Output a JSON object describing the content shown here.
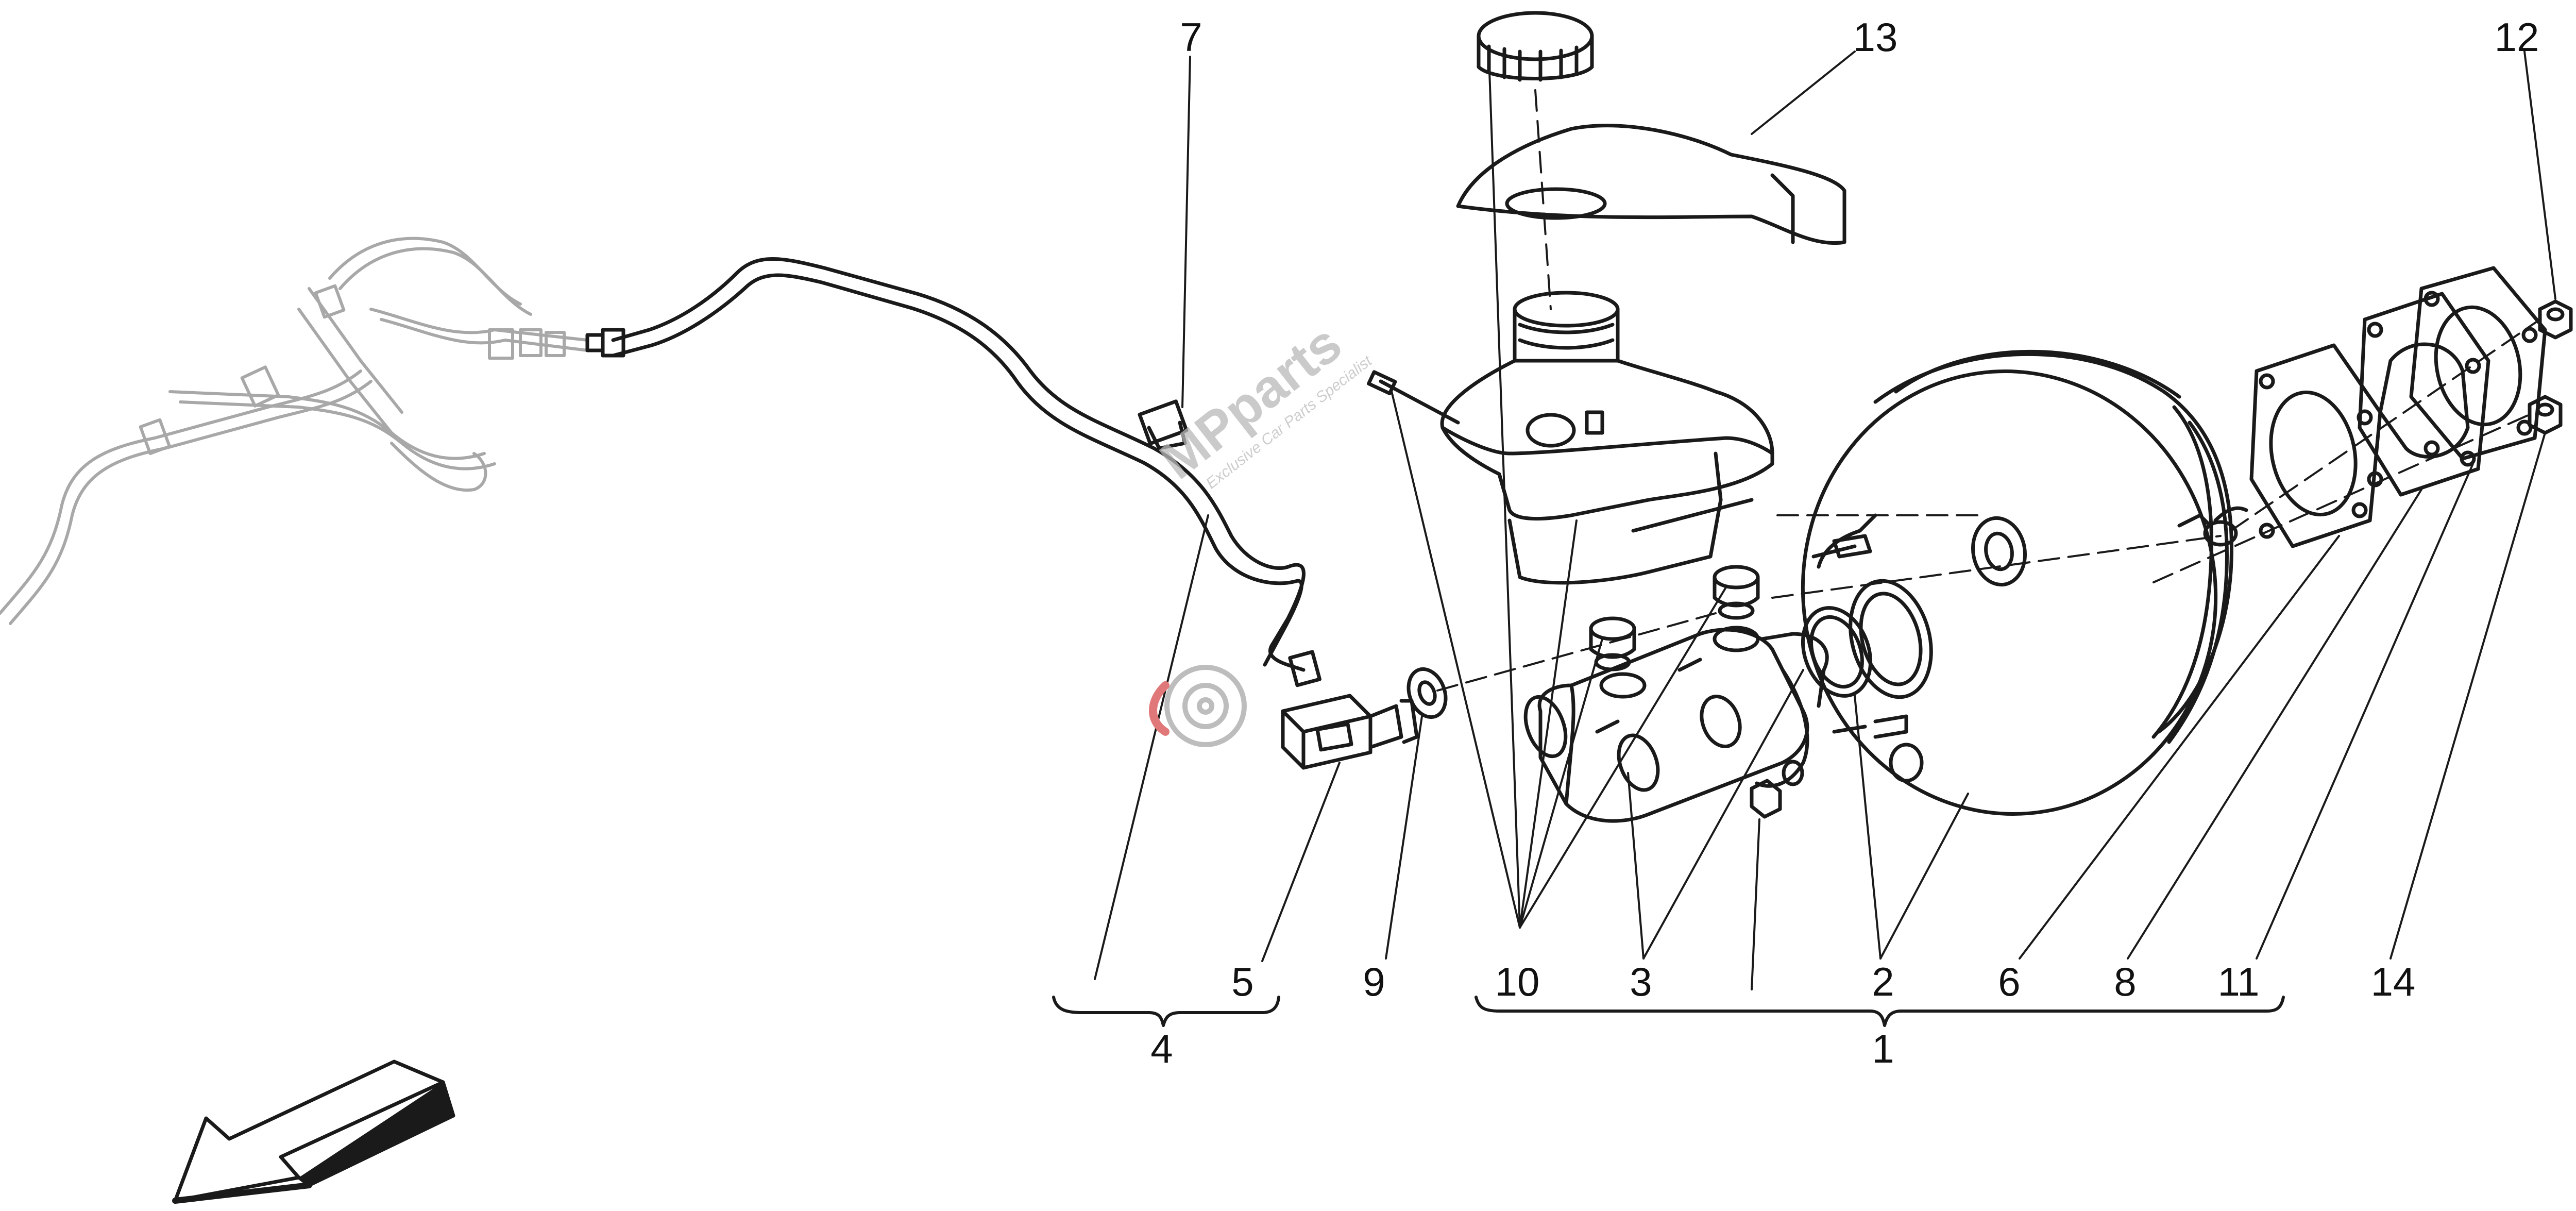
{
  "callouts": {
    "c1": "1",
    "c2": "2",
    "c3": "3",
    "c4": "4",
    "c5": "5",
    "c6": "6",
    "c7": "7",
    "c8": "8",
    "c9": "9",
    "c10": "10",
    "c11": "11",
    "c12": "12",
    "c13": "13",
    "c14": "14"
  },
  "watermark": {
    "brand": "MPparts",
    "tagline": "Exclusive Car Parts Specialist",
    "color": "#b9b9b9",
    "accent": "#e0787a"
  },
  "icons": {
    "direction": "direction-arrow-icon"
  }
}
